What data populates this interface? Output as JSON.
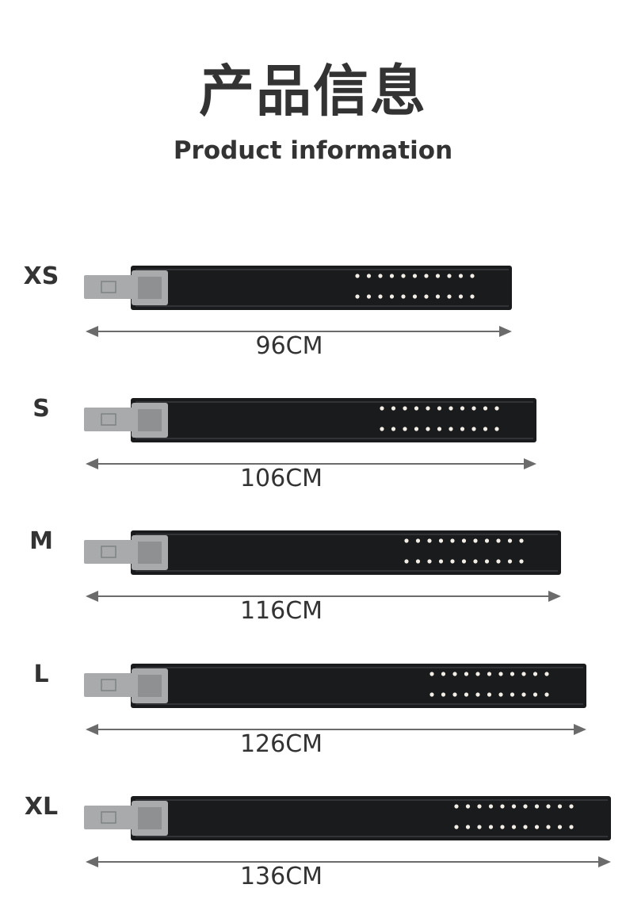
{
  "header": {
    "title_zh": "产品信息",
    "title_en": "Product information"
  },
  "colors": {
    "text": "#333333",
    "belt": "#1a1b1d",
    "belt_stitch": "#4a4b4e",
    "buckle": "#a8aaab",
    "arrow": "#6b6b6b",
    "hole": "#f2eee6"
  },
  "sizes": [
    {
      "label": "XS",
      "length": "96CM",
      "length_cm": 96
    },
    {
      "label": "S",
      "length": "106CM",
      "length_cm": 106
    },
    {
      "label": "M",
      "length": "116CM",
      "length_cm": 116
    },
    {
      "label": "L",
      "length": "126CM",
      "length_cm": 126
    },
    {
      "label": "XL",
      "length": "136CM",
      "length_cm": 136
    }
  ],
  "holes_per_row": 11
}
